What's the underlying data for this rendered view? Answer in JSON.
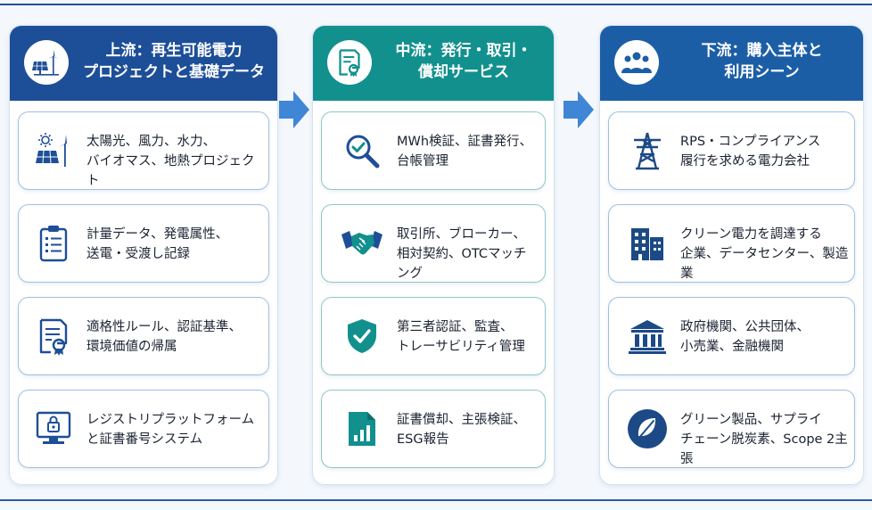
{
  "upstream": {
    "title": "上流：再生可能電力\nプロジェクトと基礎データ",
    "header_icon": "solar-wind-icon",
    "items": [
      {
        "text": "太陽光、風力、水力、\nバイオマス、地熱プロジェクト",
        "icon": "solar-wind-icon"
      },
      {
        "text": "計量データ、発電属性、\n送電・受渡し記録",
        "icon": "clipboard-icon"
      },
      {
        "text": "適格性ルール、認証基準、\n環境価値の帰属",
        "icon": "certificate-icon"
      },
      {
        "text": "レジストリプラットフォーム\nと証書番号システム",
        "icon": "monitor-lock-icon"
      }
    ]
  },
  "midstream": {
    "title": "中流：発行・取引・\n償却サービス",
    "header_icon": "certificate-icon",
    "items": [
      {
        "text": "MWh検証、証書発行、\n台帳管理",
        "icon": "magnifier-check-icon"
      },
      {
        "text": "取引所、ブローカー、\n相対契約、OTCマッチング",
        "icon": "handshake-icon"
      },
      {
        "text": "第三者認証、監査、\nトレーサビリティ管理",
        "icon": "shield-check-icon"
      },
      {
        "text": "証書償却、主張検証、\nESG報告",
        "icon": "report-chart-icon"
      }
    ]
  },
  "downstream": {
    "title": "下流：購入主体と\n利用シーン",
    "header_icon": "people-group-icon",
    "items": [
      {
        "text": "RPS・コンプライアンス\n履行を求める電力会社",
        "icon": "transmission-tower-icon"
      },
      {
        "text": "クリーン電力を調達する\n企業、データセンター、製造業",
        "icon": "buildings-icon"
      },
      {
        "text": "政府機関、公共団体、\n小売業、金融機関",
        "icon": "bank-icon"
      },
      {
        "text": "グリーン製品、サプライ\nチェーン脱炭素、Scope 2主張",
        "icon": "leaf-icon"
      }
    ]
  },
  "colors": {
    "upstream_header": "#1d4e98",
    "midstream_header": "#12908e",
    "downstream_header": "#1c5ea6",
    "arrow": "#3f86d6"
  }
}
